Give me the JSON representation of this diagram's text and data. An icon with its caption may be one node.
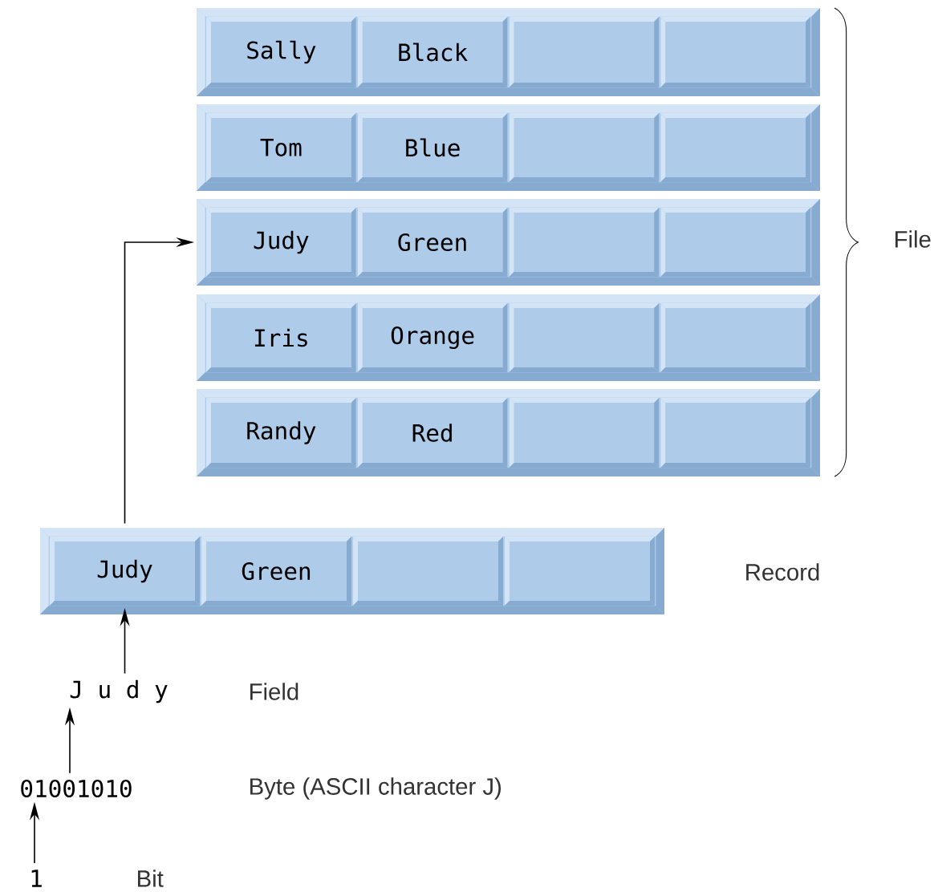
{
  "diagram": {
    "nodes": [
      {
        "text": [],
        "shape": "bar"
      },
      {
        "text": [
          "Sally"
        ],
        "in": 0
      },
      {
        "text": [
          "Black"
        ],
        "in": 0
      },
      {
        "text": [],
        "shape": "box",
        "in": 0
      },
      {
        "text": [],
        "shape": "box",
        "in": 0
      },
      {
        "text": [],
        "shape": "bar"
      },
      {
        "text": [
          "Tom"
        ],
        "in": 5
      },
      {
        "text": [
          "Blue"
        ],
        "in": 5
      },
      {
        "text": [],
        "shape": "box",
        "in": 5
      },
      {
        "text": [],
        "shape": "box",
        "in": 5
      },
      {
        "text": [],
        "shape": "bar"
      },
      {
        "text": [
          "Judy"
        ],
        "in": 10
      },
      {
        "text": [
          "Green"
        ],
        "in": 10
      },
      {
        "text": [],
        "shape": "box",
        "in": 10
      },
      {
        "text": [],
        "shape": "box",
        "in": 10
      },
      {
        "text": [],
        "shape": "bar"
      },
      {
        "text": [
          "Iris"
        ],
        "in": 15
      },
      {
        "text": [
          "Orange"
        ],
        "in": 15
      },
      {
        "text": [],
        "shape": "box",
        "in": 15
      },
      {
        "text": [],
        "shape": "box",
        "in": 15
      },
      {
        "text": [],
        "shape": "bar"
      },
      {
        "text": [
          "Randy"
        ],
        "in": 20
      },
      {
        "text": [
          "Red"
        ],
        "in": 20
      },
      {
        "text": [],
        "shape": "box",
        "in": 20
      },
      {
        "text": [],
        "shape": "box",
        "in": 20
      },
      {
        "text": [],
        "shape": "bar"
      },
      {
        "text": [
          "Judy"
        ],
        "in": 25
      },
      {
        "text": [
          "Green"
        ],
        "in": 25
      },
      {
        "text": [],
        "shape": "box",
        "in": 25
      },
      {
        "text": [],
        "shape": "box",
        "in": 25
      },
      {
        "text": [
          "J u d y"
        ]
      },
      {
        "text": [
          "01001010"
        ]
      },
      {
        "text": [
          "1"
        ]
      }
    ],
    "edges": [
      {
        "from": 25,
        "to": 10,
        "arrow": "to"
      },
      {
        "from": 30,
        "to": 26,
        "arrow": "to"
      },
      {
        "from": 31,
        "to": 30,
        "arrow": "to"
      },
      {
        "from": 32,
        "to": 31,
        "arrow": "to"
      }
    ],
    "labels": [
      "File",
      "Record",
      "Field",
      "Byte (ASCII character J)",
      "Bit"
    ]
  }
}
